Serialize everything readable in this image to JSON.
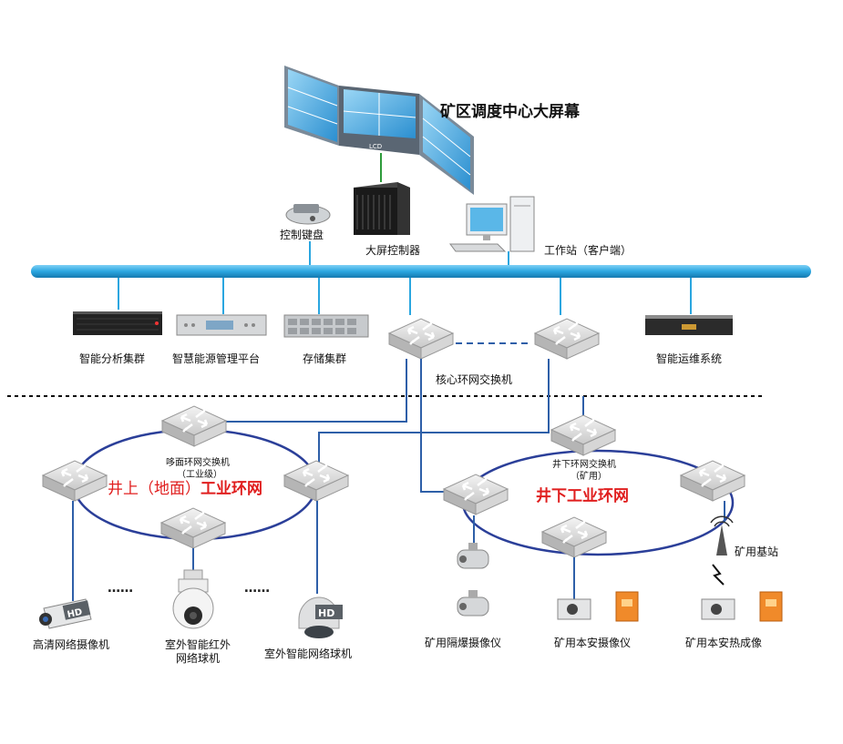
{
  "center": {
    "title": "矿区调度中心大屏幕",
    "lcd_label": "LCD"
  },
  "devices": {
    "keyboard": "控制键盘",
    "controller": "大屏控制器",
    "workstation": "工作站（客户端）",
    "analysis": "智能分析集群",
    "energy": "智慧能源管理平台",
    "storage": "存储集群",
    "ops": "智能运维系统",
    "core_switch": "核心环网交换机"
  },
  "surface": {
    "switch_line1": "哆面环网交换机",
    "switch_line2": "（工业级）",
    "ring_prefix": "井上（地面）",
    "ring_bold": "工业环网",
    "cam_hd": "高清网络摄像机",
    "cam_ir_line1": "室外智能红外",
    "cam_ir_line2": "网络球机",
    "cam_dome": "室外智能网络球机",
    "hd_badge": "HD",
    "dots": "……"
  },
  "underground": {
    "switch_line1": "井下环网交换机",
    "switch_line2": "（矿用）",
    "ring_label": "井下工业环网",
    "station": "矿用基站",
    "cam_explosion": "矿用隔爆摄像仪",
    "cam_safe": "矿用本安摄像仪",
    "cam_thermal": "矿用本安热成像"
  },
  "colors": {
    "backbone": "#2aa6e0",
    "ring": "#2b3f99",
    "link": "#2e5fa8",
    "accent": "#e01e1e",
    "screen": "#4fb1e6"
  }
}
